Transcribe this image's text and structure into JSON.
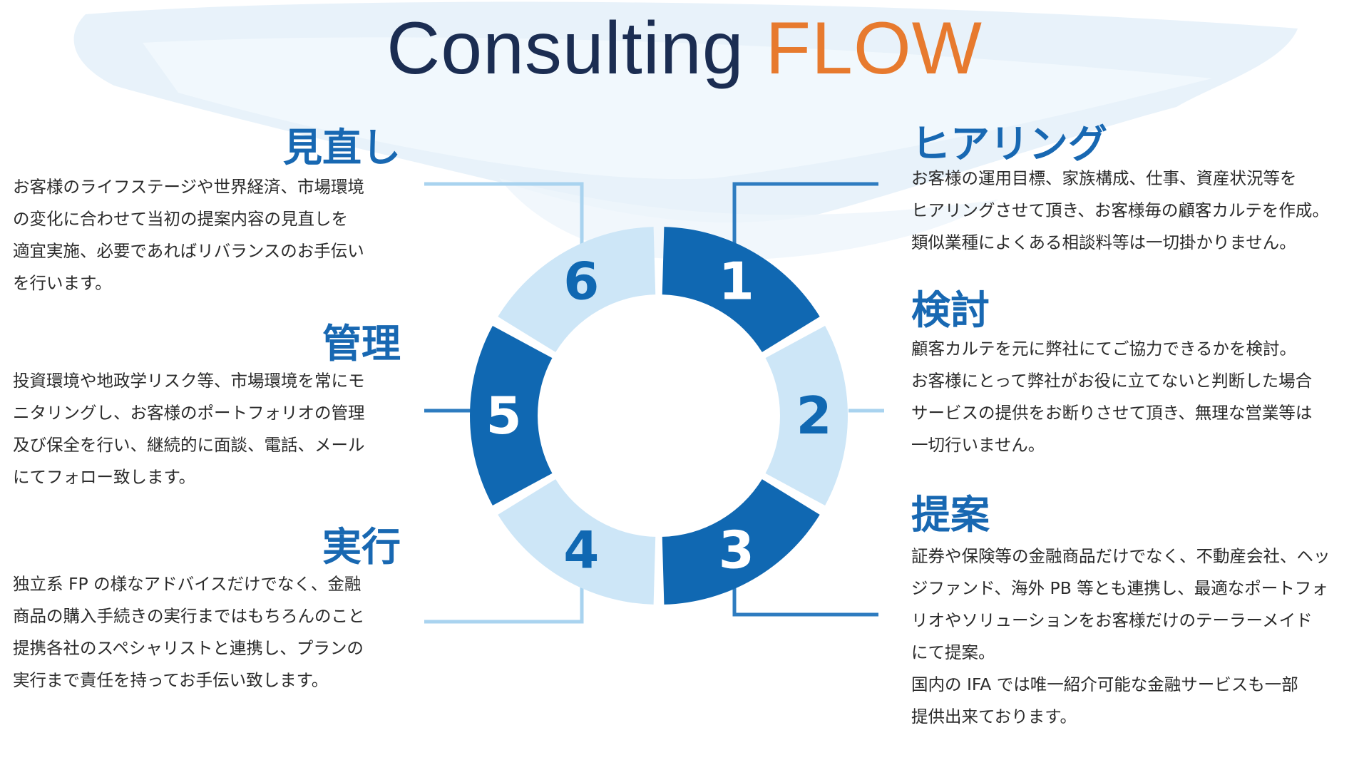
{
  "title": {
    "main": "Consulting",
    "accent": "FLOW"
  },
  "colors": {
    "dark_blue": "#1068b2",
    "light_blue": "#cde6f7",
    "heading_blue": "#1868b2",
    "title_navy": "#1b2d52",
    "title_orange": "#e77a2e",
    "line_dark": "#2e7cc0",
    "line_light": "#a9d3ef"
  },
  "steps": [
    {
      "number": "1",
      "heading": "ヒアリング",
      "text": "お客様の運用目標、家族構成、仕事、資産状況等を\nヒアリングさせて頂き、お客様毎の顧客カルテを作成。\n類似業種によくある相談料等は一切掛かりません。"
    },
    {
      "number": "2",
      "heading": "検討",
      "text": "顧客カルテを元に弊社にてご協力できるかを検討。\nお客様にとって弊社がお役に立てないと判断した場合\nサービスの提供をお断りさせて頂き、無理な営業等は\n一切行いません。"
    },
    {
      "number": "3",
      "heading": "提案",
      "text": "証券や保険等の金融商品だけでなく、不動産会社、ヘッ\nジファンド、海外 PB 等とも連携し、最適なポートフォ\nリオやソリューションをお客様だけのテーラーメイド\nにて提案。\n国内の IFA では唯一紹介可能な金融サービスも一部\n提供出来ております。"
    },
    {
      "number": "4",
      "heading": "実行",
      "text": "独立系 FP の様なアドバイスだけでなく、金融\n商品の購入手続きの実行まではもちろんのこと\n提携各社のスペシャリストと連携し、プランの\n実行まで責任を持ってお手伝い致します。"
    },
    {
      "number": "5",
      "heading": "管理",
      "text": "投資環境や地政学リスク等、市場環境を常にモ\nニタリングし、お客様のポートフォリオの管理\n及び保全を行い、継続的に面談、電話、メール\nにてフォロー致します。"
    },
    {
      "number": "6",
      "heading": "見直し",
      "text": "お客様のライフステージや世界経済、市場環境\nの変化に合わせて当初の提案内容の見直しを\n適宜実施、必要であればリバランスのお手伝い\nを行います。"
    }
  ]
}
